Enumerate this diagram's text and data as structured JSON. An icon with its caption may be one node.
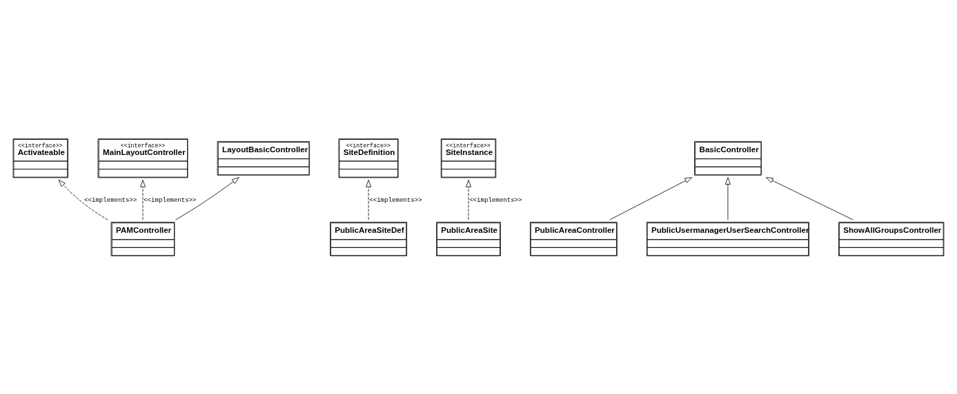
{
  "diagram": {
    "nodes": [
      {
        "text": [
          "<<interface>>",
          "Activateable"
        ]
      },
      {
        "text": [
          "<<interface>>",
          "MainLayoutController"
        ]
      },
      {
        "text": [
          "LayoutBasicController"
        ]
      },
      {
        "text": [
          "<<interface>>",
          "SiteDefinition"
        ]
      },
      {
        "text": [
          "<<interface>>",
          "SiteInstance"
        ]
      },
      {
        "text": [
          "PAMController"
        ]
      },
      {
        "text": [
          "PublicAreaSiteDef"
        ]
      },
      {
        "text": [
          "PublicAreaSite"
        ]
      },
      {
        "text": [
          "BasicController"
        ]
      },
      {
        "text": [
          "PublicAreaController"
        ]
      },
      {
        "text": [
          "PublicUsermanagerUserSearchController"
        ]
      },
      {
        "text": [
          "ShowAllGroupsController"
        ]
      }
    ],
    "edges": [
      {
        "from": 5,
        "to": 0,
        "arrow": "to",
        "style": "dashed",
        "label": "<<implements>>"
      },
      {
        "from": 5,
        "to": 1,
        "arrow": "to",
        "style": "dashed",
        "label": "<<implements>>"
      },
      {
        "from": 5,
        "to": 2,
        "arrow": "to"
      },
      {
        "from": 6,
        "to": 3,
        "arrow": "to",
        "style": "dashed",
        "label": "<<implements>>"
      },
      {
        "from": 7,
        "to": 4,
        "arrow": "to",
        "style": "dashed",
        "label": "<<implements>>"
      },
      {
        "from": 9,
        "to": 8,
        "arrow": "to"
      },
      {
        "from": 10,
        "to": 8,
        "arrow": "to"
      },
      {
        "from": 11,
        "to": 8,
        "arrow": "to"
      }
    ]
  }
}
